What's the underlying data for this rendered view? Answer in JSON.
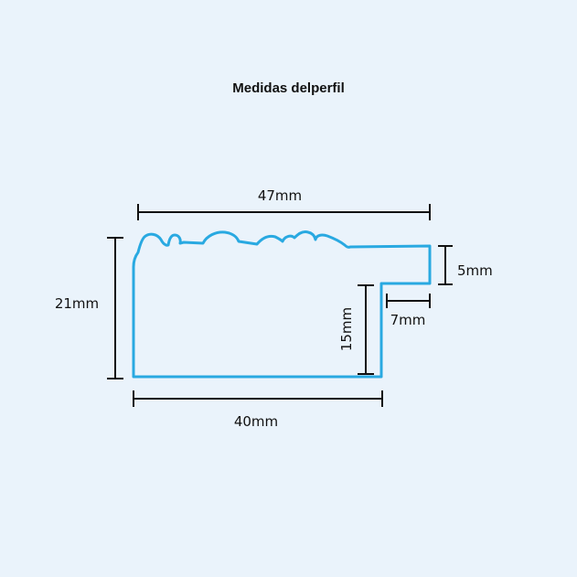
{
  "title": "Medidas delperfil",
  "colors": {
    "background": "#eaf3fb",
    "profile_outline": "#29a9e1",
    "dimension_lines": "#111111"
  },
  "dimensions": {
    "top_width": "47mm",
    "total_height": "21mm",
    "step_height": "5mm",
    "step_width": "7mm",
    "lower_height": "15mm",
    "bottom_width": "40mm"
  }
}
